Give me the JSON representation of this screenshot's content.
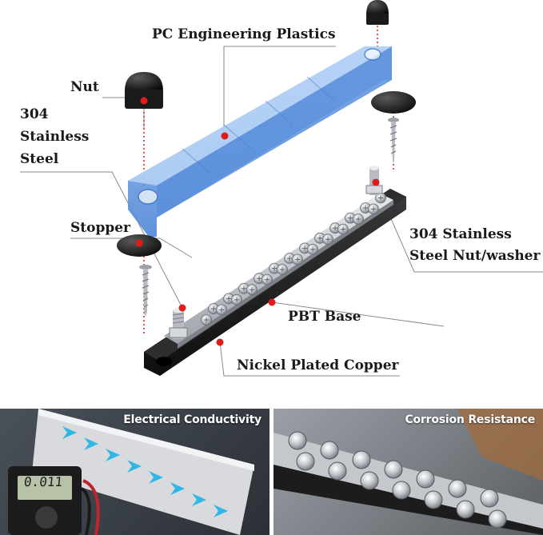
{
  "labels": {
    "pc_plastics": "PC Engineering Plastics",
    "nut": "Nut",
    "stainless_304_line1": "304",
    "stainless_304_line2": "Stainless",
    "stainless_304_line3": "Steel",
    "stopper": "Stopper",
    "nut_washer_line1": "304 Stainless",
    "nut_washer_line2": "Steel Nut/washer",
    "pbt_base": "PBT Base",
    "nickel_copper": "Nickel Plated Copper"
  },
  "photos": {
    "left_caption": "Electrical Conductivity",
    "right_caption": "Corrosion Resistance",
    "meter_reading": "0.011"
  },
  "colors": {
    "cover_blue": "#6f9fe0",
    "base_black": "#1c1c1c",
    "accent_red": "#e01b1b",
    "steel": "#c9ccd1",
    "arrow_cyan": "#2fb8e6"
  }
}
